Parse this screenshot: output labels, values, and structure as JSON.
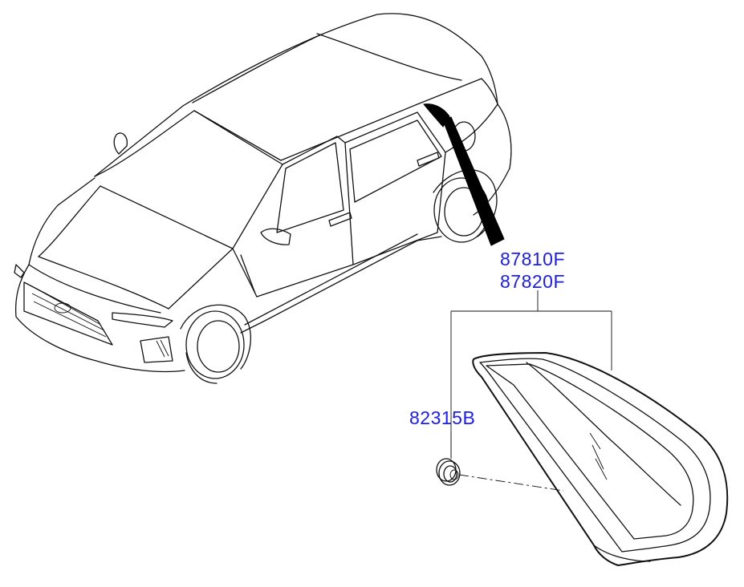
{
  "diagram": {
    "part_labels": {
      "quarter_glass_lh": "87810F",
      "quarter_glass_rh": "87820F",
      "fastener": "82315B"
    },
    "colors": {
      "label": "#1a1aff",
      "line": "#111111",
      "highlight": "#000000"
    }
  }
}
